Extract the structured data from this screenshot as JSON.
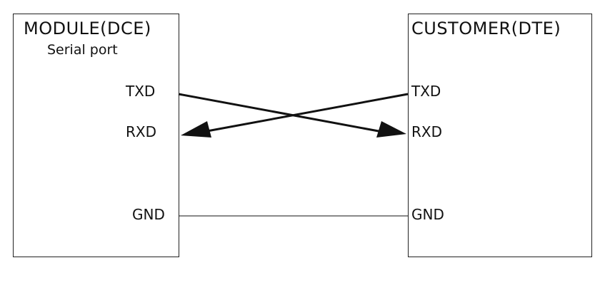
{
  "left_box": {
    "title": "MODULE(DCE)",
    "subtitle": "Serial port",
    "pins": {
      "txd": "TXD",
      "rxd": "RXD",
      "gnd": "GND"
    }
  },
  "right_box": {
    "title": "CUSTOMER(DTE)",
    "pins": {
      "txd": "TXD",
      "rxd": "RXD",
      "gnd": "GND"
    }
  },
  "colors": {
    "line": "#111111",
    "border": "#222222"
  }
}
